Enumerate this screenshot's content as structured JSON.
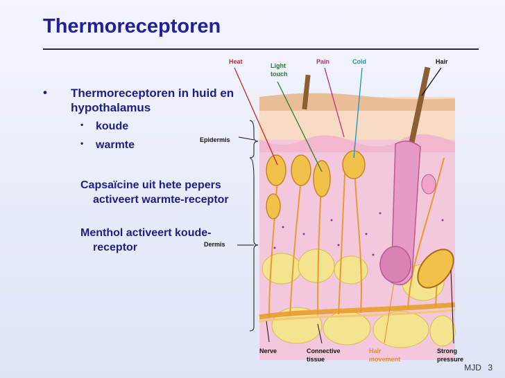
{
  "slide": {
    "title": "Thermoreceptoren",
    "bullet_main": "Thermoreceptoren in huid en hypothalamus",
    "sub_bullets": [
      "koude",
      "warmte"
    ],
    "para1": "Capsaïcine uit hete pepers activeert warmte-receptor",
    "para2": "Menthol activeert koude-receptor",
    "footer_author": "MJD",
    "footer_page": "3"
  },
  "figure": {
    "labels": {
      "heat": "Heat",
      "light_touch": [
        "Light",
        "touch"
      ],
      "pain": "Pain",
      "cold": "Cold",
      "hair": "Hair",
      "epidermis": "Epidermis",
      "dermis": "Dermis",
      "nerve": "Nerve",
      "connective_tissue": [
        "Connective",
        "tissue"
      ],
      "hair_movement": [
        "Hair",
        "movement"
      ],
      "strong_pressure": [
        "Strong",
        "pressure"
      ]
    },
    "colors": {
      "heat": "#d61e2a",
      "light_touch": "#2c7a33",
      "pain": "#c2287e",
      "cold": "#1e8fb8",
      "hair_movement": "#ee8a1e",
      "label_dark": "#111111"
    }
  }
}
